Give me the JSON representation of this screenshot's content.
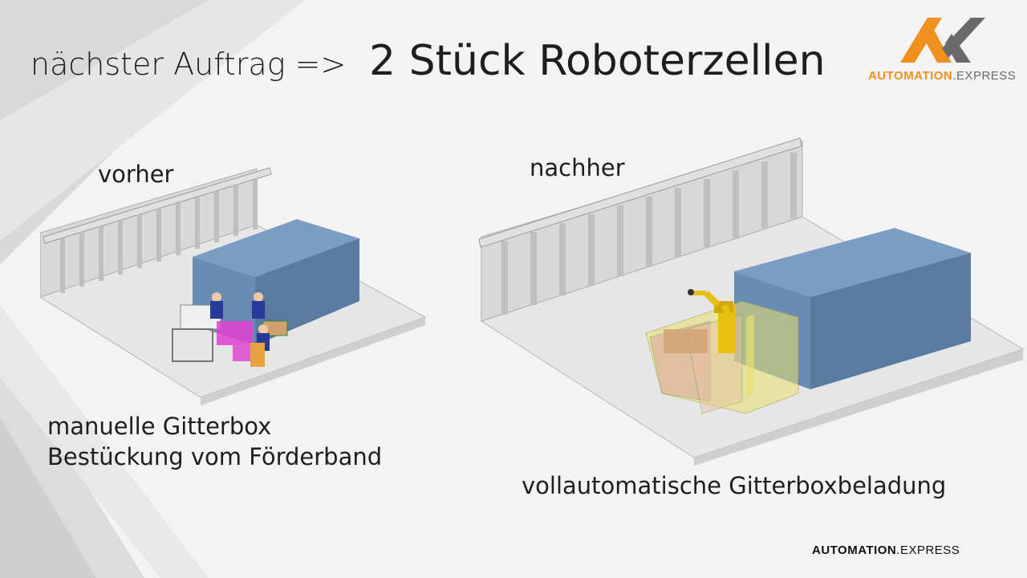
{
  "header": {
    "title_prefix": "nächster Auftrag =>",
    "title_main": "2 Stück Roboterzellen"
  },
  "logo_top": {
    "part1": "AUTOMATION",
    "dot": ".",
    "part2": "EXPRESS"
  },
  "logo_bottom": {
    "part1": "AUTOMATION",
    "dot": ".",
    "part2": "EXPRESS"
  },
  "before": {
    "label": "vorher",
    "caption_line1": "manuelle Gitterbox",
    "caption_line2": "Bestückung vom Förderband"
  },
  "after": {
    "label": "nachher",
    "caption": "vollautomatische Gitterboxbeladung"
  },
  "colors": {
    "text": "#1e1e1e",
    "logo_orange": "#f0901e",
    "logo_gray": "#6a6a6a",
    "container_blue": "#6f93bf",
    "robot_yellow": "#e8c010"
  }
}
